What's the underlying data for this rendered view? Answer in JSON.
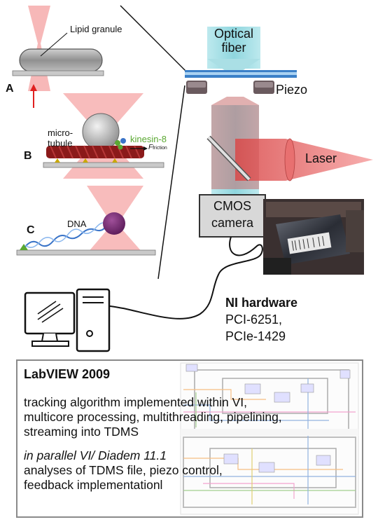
{
  "panels": {
    "a": {
      "letter": "A",
      "label": "Lipid granule"
    },
    "b": {
      "letter": "B",
      "label_micro": "micro-",
      "label_tubule": "tubule",
      "label_kinesin": "kinesin-8",
      "label_force": "F",
      "label_force_sub": "friction"
    },
    "c": {
      "letter": "C",
      "label": "DNA"
    }
  },
  "setup": {
    "optical_fiber_line1": "Optical",
    "optical_fiber_line2": "fiber",
    "piezo": "Piezo",
    "laser": "Laser",
    "camera_line1": "CMOS",
    "camera_line2": "camera"
  },
  "hardware": {
    "title": "NI hardware",
    "line1": "PCI-6251,",
    "line2": "PCIe-1429"
  },
  "software": {
    "title": "LabVIEW 2009",
    "line1": "tracking algorithm implemented within VI,",
    "line2": "multicore processing, multithreading, pipelining,",
    "line3": "streaming into TDMS",
    "italic": "in parallel VI/ Diadem 11.1",
    "line4": "analyses of TDMS file, piezo control,",
    "line5": "feedback implementationl"
  },
  "colors": {
    "laser_red": "#f28080",
    "fiber_cyan": "#9edde4",
    "microtubule": "#8b1a1a",
    "kinesin_green": "#5aa832",
    "dna_blue": "#3a74c8",
    "bead_purple": "#7a2a78"
  }
}
